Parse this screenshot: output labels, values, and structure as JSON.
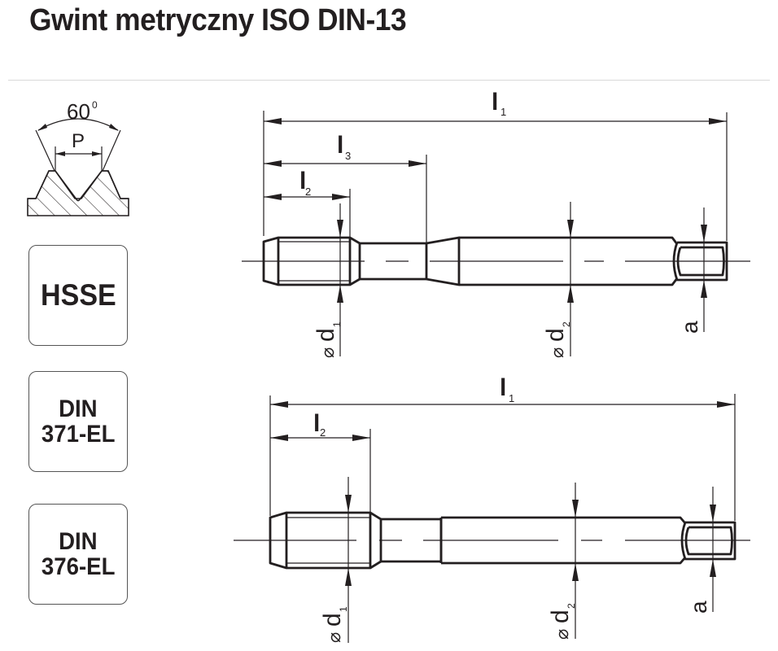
{
  "header": {
    "title": "Gwint metryczny ISO DIN-13"
  },
  "thread_profile": {
    "angle_label": "60",
    "angle_unit": "0",
    "pitch_label": "P"
  },
  "badges": {
    "material": [
      "HSSE"
    ],
    "din371": [
      "DIN",
      "371-EL"
    ],
    "din376": [
      "DIN",
      "376-EL"
    ]
  },
  "tap_371": {
    "l1": {
      "main": "l",
      "sub": "1"
    },
    "l3": {
      "main": "l",
      "sub": "3"
    },
    "l2": {
      "main": "l",
      "sub": "2"
    },
    "d1": {
      "sym": "⌀",
      "main": "d",
      "sub": "1"
    },
    "d2": {
      "sym": "⌀",
      "main": "d",
      "sub": "2"
    },
    "a": "a"
  },
  "tap_376": {
    "l1": {
      "main": "l",
      "sub": "1"
    },
    "l2": {
      "main": "l",
      "sub": "2"
    },
    "d1": {
      "sym": "⌀",
      "main": "d",
      "sub": "1"
    },
    "d2": {
      "sym": "⌀",
      "main": "d",
      "sub": "2"
    },
    "a": "a"
  }
}
